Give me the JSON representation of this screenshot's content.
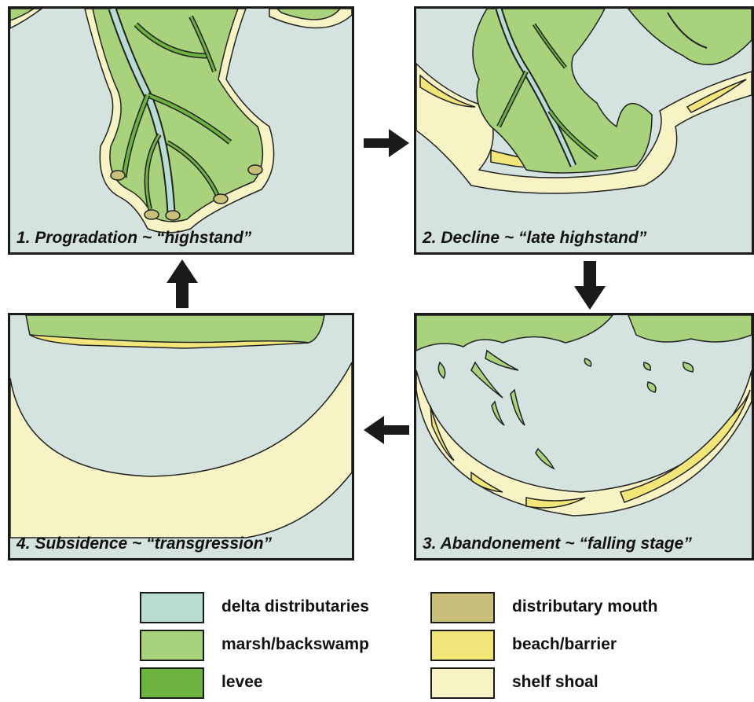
{
  "panels": {
    "p1": {
      "caption": "1. Progradation ~ “highstand”"
    },
    "p2": {
      "caption": "2. Decline ~ “late highstand”"
    },
    "p3": {
      "caption": "3. Abandonement ~ “falling stage”"
    },
    "p4": {
      "caption": "4. Subsidence ~ “transgression”"
    }
  },
  "legend": {
    "delta_distributaries": "delta distributaries",
    "marsh_backswamp": "marsh/backswamp",
    "levee": "levee",
    "distributary_mouth": "distributary mouth",
    "beach_barrier": "beach/barrier",
    "shelf_shoal": "shelf shoal"
  },
  "colors": {
    "water": "#d5e3e0",
    "delta_distributaries": "#b8dcd2",
    "marsh_backswamp": "#a8d37c",
    "levee": "#6db33f",
    "distributary_mouth": "#c8c07a",
    "beach_barrier": "#f2e67a",
    "shelf_shoal": "#f7f3c4"
  }
}
